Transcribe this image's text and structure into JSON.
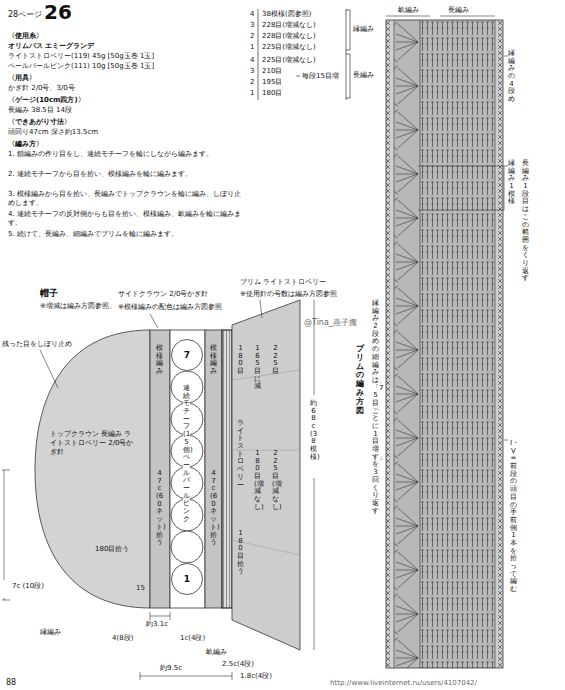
{
  "diagram": {
    "title": "26",
    "nodes": [
      {
        "text": [
          "7"
        ]
      },
      {
        "text": [
          "1"
        ]
      }
    ],
    "labels": [
      "28ページ",
      "〈使用糸〉",
      "オリムパス エミーグランデ",
      "ライトストロベリー(119) 45g [50g玉巻 1玉]",
      "ペールパールピンク(111) 10g [50g玉巻 1玉]",
      "〈用具〉",
      "かぎ針 2/0号、3/0号",
      "〈ゲージ(10cm四方)〉",
      "長編み 38.5目 14段",
      "〈できあがり寸法〉",
      "頭回り47cm 深さ約13.5cm",
      "〈編み方〉",
      "1. 鎖編みの作り目をし、連続モチーフを輪にしながら編みます。",
      "2. 連続モチーフから目を拾い、模様編みを輪に編みます。",
      "3. 模様編みから目を拾い、長編みでトップクラウンを輪に編み、しぼり止めします。",
      "4. 連続モチーフの反対側からも目を拾い、模様編み、畝編みを輪に編みます。",
      "5. 続けて、長編み、細編みでブリムを輪に編みます。",
      "4",
      "38模様(図参照)",
      "3",
      "228目(増減なし)",
      "2",
      "228目(増減なし)",
      "1",
      "225目(増減なし)",
      "4",
      "225目(増減なし)",
      "3",
      "210目",
      "2",
      "195目",
      "1",
      "180目",
      "毎段15目増",
      "縁編み",
      "長編み",
      "畝編み",
      "長編み",
      "縁編みの4段め",
      "縁編み 1模様",
      "長編み 1段目はこの範囲をくり返す",
      "I・V = 前段の頭目の手前側1本を拾って編む",
      "縁編み2段めの細編みは、「75目ごとに1目増す」を3回くり返す",
      "ブリムの編み方図",
      "帽子",
      "※増減は編み方図参照。",
      "残った目をしぼり止め",
      "トップクラウン 長編み ライトストロベリー 2/0号かぎ針",
      "7c (10段)",
      "180目拾う",
      "模様編み",
      "47c(60ネット)拾う",
      "連続モチーフ(15個) ペールパールピンク",
      "模様編み",
      "47c(60ネット)拾う",
      "サイドクラウン 2/0号かぎ針",
      "※模様編みの配色は編み方図参照",
      "ブリム ライトストロベリー",
      "※使用針の号数は編み方図参照",
      "180目",
      "ライトストロベリー",
      "180目拾う",
      "165目に減",
      "180目(増減なし)",
      "225目",
      "225目(増減なし)",
      "約68c(38模様)",
      "約3.1c",
      "4(8段)",
      "1c(4段)",
      "畝編み",
      "2.5c(4段)",
      "1.8c(4段)",
      "約9.5c",
      "縁編み",
      "15",
      "@Tina_燕子搬",
      "http://www.liveinternet.ru/users/4107042/",
      "88"
    ]
  }
}
